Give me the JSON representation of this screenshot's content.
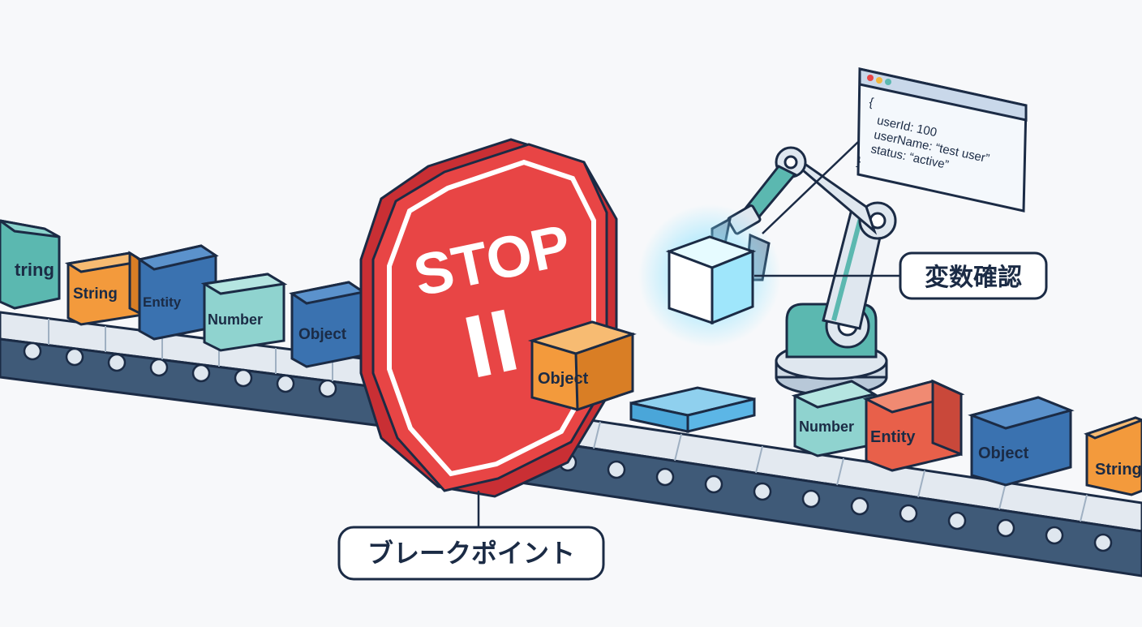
{
  "stop_sign": {
    "text": "STOP",
    "fill_color": "#e84545",
    "side_color": "#c92f34",
    "icon": "pause-icon"
  },
  "labels": {
    "breakpoint": "ブレークポイント",
    "variable_check": "変数確認"
  },
  "code_window": {
    "lines": [
      "{",
      "userId: 100",
      "userName: “test user”",
      "status: “active”",
      "}"
    ]
  },
  "boxes": {
    "left_1": "tring",
    "left_2": "String",
    "left_3": "Entity",
    "left_4": "Number",
    "left_5": "Object",
    "center_1": "Object",
    "right_1": "Number",
    "right_2": "Entity",
    "right_3": "Object",
    "right_4": "String"
  },
  "colors": {
    "outline": "#1b2b45",
    "teal": "#5bb8b0",
    "orange": "#f39a3c",
    "blue": "#3a72b0",
    "red": "#e8604a",
    "belt_top": "#e3e9f0",
    "belt_side": "#3f5a78",
    "glow": "#7fe0ff"
  }
}
